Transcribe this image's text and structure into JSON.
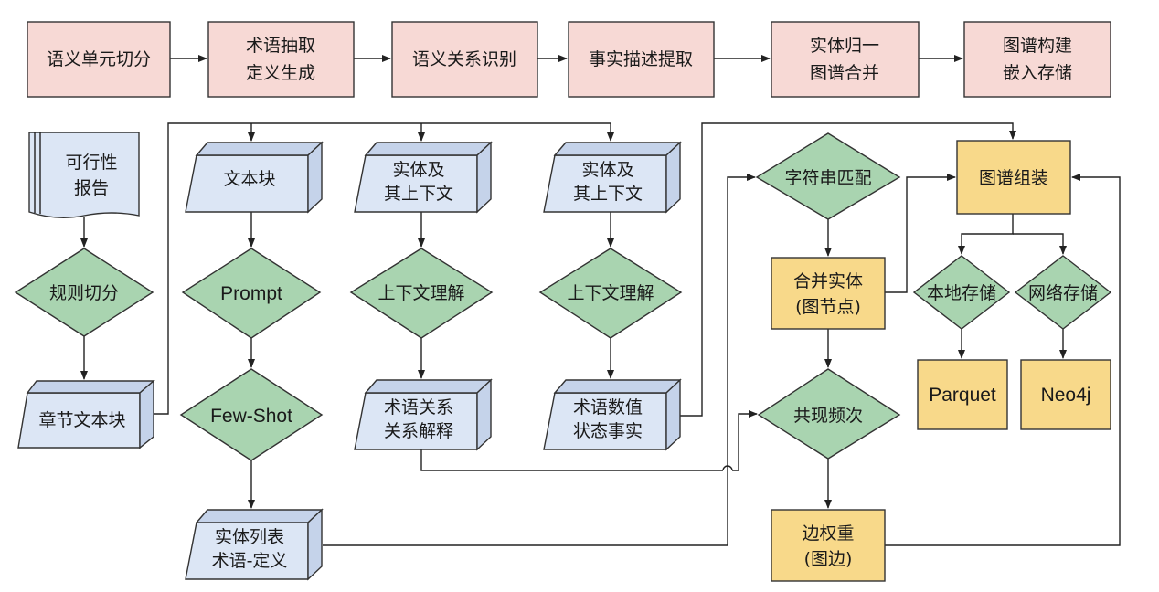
{
  "pipeline": {
    "step1": "语义单元切分",
    "step2_line1": "术语抽取",
    "step2_line2": "定义生成",
    "step3": "语义关系识别",
    "step4": "事实描述提取",
    "step5_line1": "实体归一",
    "step5_line2": "图谱合并",
    "step6_line1": "图谱构建",
    "step6_line2": "嵌入存储"
  },
  "col1": {
    "doc_line1": "可行性",
    "doc_line2": "报告",
    "decision": "规则切分",
    "output": "章节文本块"
  },
  "col2": {
    "input": "文本块",
    "decision1": "Prompt",
    "decision2": "Few-Shot",
    "output_line1": "实体列表",
    "output_line2": "术语-定义"
  },
  "col3": {
    "input_line1": "实体及",
    "input_line2": "其上下文",
    "decision": "上下文理解",
    "output_line1": "术语关系",
    "output_line2": "关系解释"
  },
  "col4": {
    "input_line1": "实体及",
    "input_line2": "其上下文",
    "decision": "上下文理解",
    "output_line1": "术语数值",
    "output_line2": "状态事实"
  },
  "col5": {
    "decision1": "字符串匹配",
    "merge_line1": "合并实体",
    "merge_line2": "(图节点)",
    "decision2": "共现频次",
    "edge_line1": "边权重",
    "edge_line2": "(图边)"
  },
  "col6": {
    "assemble": "图谱组装",
    "local": "本地存储",
    "network": "网络存储",
    "parquet": "Parquet",
    "neo4j": "Neo4j"
  },
  "colors": {
    "pink": "#f7d9d5",
    "blue": "#dce6f5",
    "green": "#a9d4b0",
    "yellow": "#f8d98a"
  }
}
